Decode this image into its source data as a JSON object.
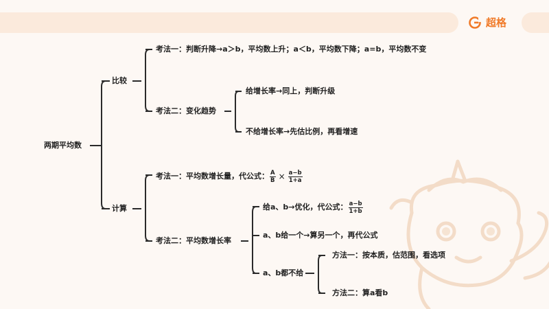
{
  "brand": {
    "logo_text": "超格",
    "accent": "#f07a28"
  },
  "tree": {
    "root": "两期平均数",
    "compare": {
      "label": "比较",
      "method1": "考法一：判断升降→a＞b，平均数上升；a＜b，平均数下降；a=b，平均数不变",
      "method2": {
        "label": "考法二：变化趋势",
        "given": "给增长率→同上，判断升级",
        "not_given": "不给增长率→先估比例，再看增速"
      }
    },
    "calc": {
      "label": "计算",
      "method1": {
        "prefix": "考法一：平均数增长量，代公式：",
        "frac1_num": "A",
        "frac1_den": "B",
        "times": "×",
        "frac2_num": "a−b",
        "frac2_den": "1+a"
      },
      "method2": {
        "label": "考法二：平均数增长率",
        "option1": {
          "prefix": "给a、b→优化，代公式：",
          "frac_num": "a−b",
          "frac_den": "1+b"
        },
        "option2": "a、b给一个→算另一个，再代公式",
        "option3": {
          "label": "a、b都不给",
          "way1": "方法一：按本质，估范围，看选项",
          "way2": "方法二：算a看b"
        }
      }
    }
  }
}
